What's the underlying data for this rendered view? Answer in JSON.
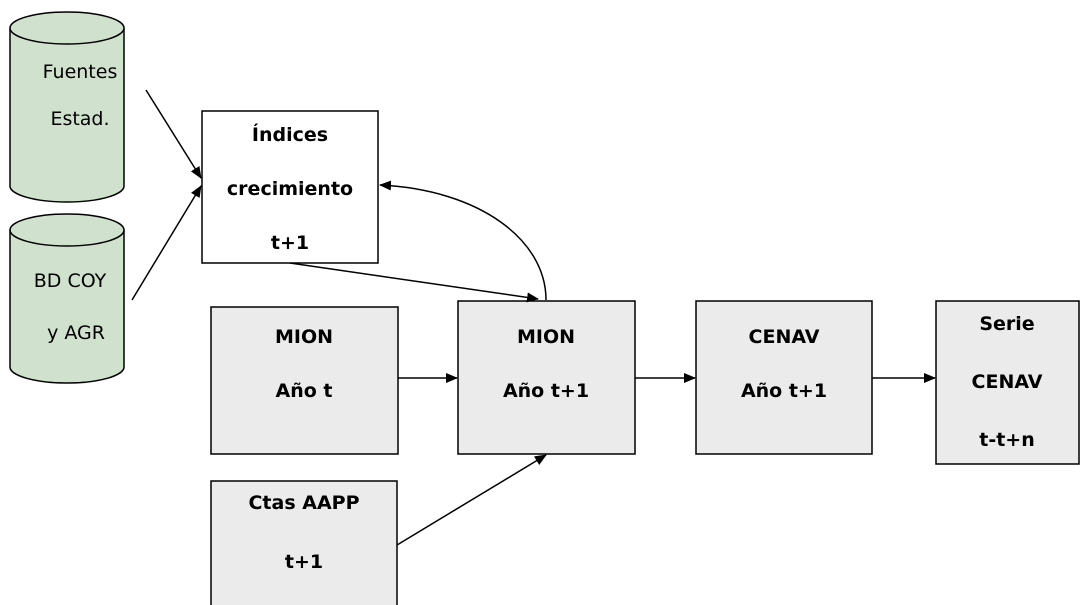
{
  "colors": {
    "box_fill": "#ebebeb",
    "white_box_fill": "#ffffff",
    "cylinder_fill": "#d0e2cd",
    "stroke": "#000000"
  },
  "sources": {
    "fuentes": {
      "line1": "Fuentes",
      "line2": "Estad."
    },
    "bd": {
      "line1": "BD COY",
      "line2": "y AGR"
    }
  },
  "indices": {
    "line1": "Índices",
    "line2": "crecimiento",
    "line3": "t+1"
  },
  "mion_t": {
    "line1": "MION",
    "line2": "Año t"
  },
  "mion_t1": {
    "line1": "MION",
    "line2": "Año t+1"
  },
  "cenav_t1": {
    "line1": "CENAV",
    "line2": "Año t+1"
  },
  "serie": {
    "line1": "Serie",
    "line2": "CENAV",
    "line3": "t-t+n"
  },
  "ctas": {
    "line1": "Ctas AAPP",
    "line2": "t+1"
  }
}
